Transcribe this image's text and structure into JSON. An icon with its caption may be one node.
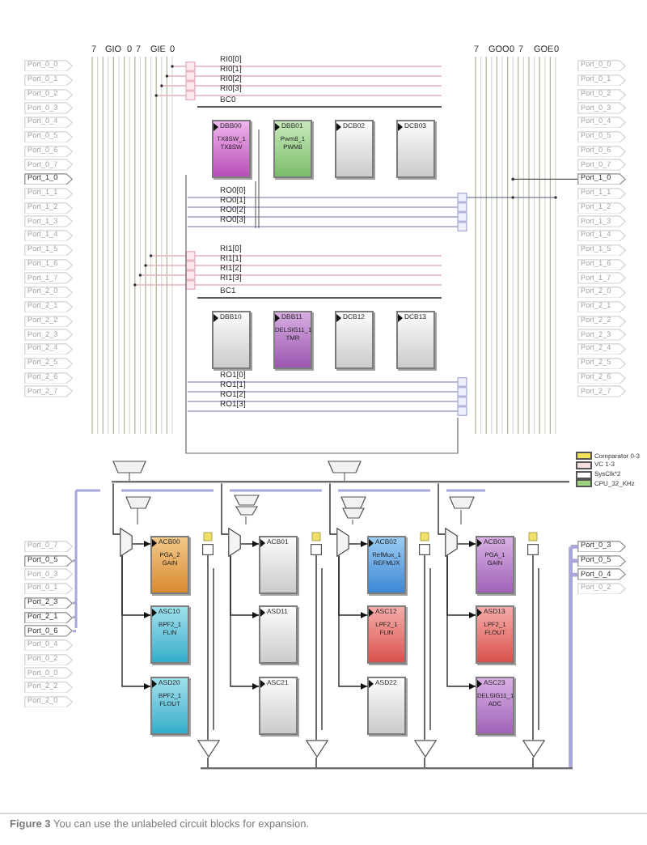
{
  "diagram": {
    "caption": "**Figure 3** You can use the unlabeled circuit blocks for expansion.",
    "nodes": [
      {
        "text": [
          "Port_0_0"
        ]
      },
      {
        "text": [
          "Port_0_1"
        ]
      },
      {
        "text": [
          "Port_0_2"
        ]
      },
      {
        "text": [
          "Port_0_3"
        ]
      },
      {
        "text": [
          "Port_0_4"
        ]
      },
      {
        "text": [
          "Port_0_5"
        ]
      },
      {
        "text": [
          "Port_0_6"
        ]
      },
      {
        "text": [
          "Port_0_7"
        ]
      },
      {
        "text": [
          "Port_1_0"
        ]
      },
      {
        "text": [
          "Port_1_1"
        ]
      },
      {
        "text": [
          "Port_1_2"
        ]
      },
      {
        "text": [
          "Port_1_3"
        ]
      },
      {
        "text": [
          "Port_1_4"
        ]
      },
      {
        "text": [
          "Port_1_5"
        ]
      },
      {
        "text": [
          "Port_1_6"
        ]
      },
      {
        "text": [
          "Port_1_7"
        ]
      },
      {
        "text": [
          "Port_2_0"
        ]
      },
      {
        "text": [
          "Port_2_1"
        ]
      },
      {
        "text": [
          "Port_2_2"
        ]
      },
      {
        "text": [
          "Port_2_3"
        ]
      },
      {
        "text": [
          "Port_2_4"
        ]
      },
      {
        "text": [
          "Port_2_5"
        ]
      },
      {
        "text": [
          "Port_2_6"
        ]
      },
      {
        "text": [
          "Port_2_7"
        ]
      },
      {
        "text": [
          "Port_0_0"
        ]
      },
      {
        "text": [
          "Port_0_1"
        ]
      },
      {
        "text": [
          "Port_0_2"
        ]
      },
      {
        "text": [
          "Port_0_3"
        ]
      },
      {
        "text": [
          "Port_0_4"
        ]
      },
      {
        "text": [
          "Port_0_5"
        ]
      },
      {
        "text": [
          "Port_0_6"
        ]
      },
      {
        "text": [
          "Port_0_7"
        ]
      },
      {
        "text": [
          "Port_1_0"
        ]
      },
      {
        "text": [
          "Port_1_1"
        ]
      },
      {
        "text": [
          "Port_1_2"
        ]
      },
      {
        "text": [
          "Port_1_3"
        ]
      },
      {
        "text": [
          "Port_1_4"
        ]
      },
      {
        "text": [
          "Port_1_5"
        ]
      },
      {
        "text": [
          "Port_1_6"
        ]
      },
      {
        "text": [
          "Port_1_7"
        ]
      },
      {
        "text": [
          "Port_2_0"
        ]
      },
      {
        "text": [
          "Port_2_1"
        ]
      },
      {
        "text": [
          "Port_2_2"
        ]
      },
      {
        "text": [
          "Port_2_3"
        ]
      },
      {
        "text": [
          "Port_2_4"
        ]
      },
      {
        "text": [
          "Port_2_5"
        ]
      },
      {
        "text": [
          "Port_2_6"
        ]
      },
      {
        "text": [
          "Port_2_7"
        ]
      },
      {
        "text": [
          "DBB00",
          "TX8SW_1 TX8SW"
        ]
      },
      {
        "text": [
          "DBB01",
          "Pwm8_1 PWM8"
        ]
      },
      {
        "text": [
          "DCB02"
        ]
      },
      {
        "text": [
          "DCB03"
        ]
      },
      {
        "text": [
          "DBB10"
        ]
      },
      {
        "text": [
          "DBB11",
          "DELSIG11_1 TMR"
        ]
      },
      {
        "text": [
          "DCB12"
        ]
      },
      {
        "text": [
          "DCB13"
        ]
      },
      {
        "text": [
          "ACB00",
          "PGA_2 GAIN"
        ]
      },
      {
        "text": [
          "ACB01"
        ]
      },
      {
        "text": [
          "ACB02",
          "RefMux_1 REFMUX"
        ]
      },
      {
        "text": [
          "ACB03",
          "PGA_1 GAIN"
        ]
      },
      {
        "text": [
          "ASC10",
          "BPF2_1 FLIN"
        ]
      },
      {
        "text": [
          "ASD11"
        ]
      },
      {
        "text": [
          "ASC12",
          "LPF2_1 FLIN"
        ]
      },
      {
        "text": [
          "ASD13",
          "LPF2_1 FLOUT"
        ]
      },
      {
        "text": [
          "ASD20",
          "BPF2_1 FLOUT"
        ]
      },
      {
        "text": [
          "ASC21"
        ]
      },
      {
        "text": [
          "ASD22"
        ]
      },
      {
        "text": [
          "ASC23",
          "DELSIG11_1 ADC"
        ]
      },
      {
        "text": [
          "Port_0_7"
        ]
      },
      {
        "text": [
          "Port_0_5"
        ]
      },
      {
        "text": [
          "Port_0_3"
        ]
      },
      {
        "text": [
          "Port_0_1"
        ]
      },
      {
        "text": [
          "Port_2_3"
        ]
      },
      {
        "text": [
          "Port_2_1"
        ]
      },
      {
        "text": [
          "Port_0_6"
        ]
      },
      {
        "text": [
          "Port_0_4"
        ]
      },
      {
        "text": [
          "Port_0_2"
        ]
      },
      {
        "text": [
          "Port_0_0"
        ]
      },
      {
        "text": [
          "Port_2_2"
        ]
      },
      {
        "text": [
          "Port_2_0"
        ]
      },
      {
        "text": [
          "Port_0_3"
        ]
      },
      {
        "text": [
          "Port_0_5"
        ]
      },
      {
        "text": [
          "Port_0_4"
        ]
      },
      {
        "text": [
          "Port_0_2"
        ]
      },
      {
        "text": [],
        "shape": "trapezoid"
      },
      {
        "text": [],
        "shape": "trapezoid"
      },
      {
        "text": [],
        "shape": "trapezoid"
      },
      {
        "text": [],
        "shape": "trapezoid"
      },
      {
        "text": [],
        "shape": "box"
      },
      {
        "text": [],
        "shape": "box"
      },
      {
        "text": [],
        "shape": "box"
      },
      {
        "text": [],
        "shape": "box"
      },
      {
        "text": [],
        "shape": "triangle"
      },
      {
        "text": [],
        "shape": "triangle"
      },
      {
        "text": [],
        "shape": "triangle"
      },
      {
        "text": [],
        "shape": "triangle"
      },
      {
        "text": [],
        "shape": "bar"
      },
      {
        "text": [],
        "shape": "bar"
      }
    ],
    "edges": [
      {
        "from": 84,
        "to": 56,
        "arrow": "to"
      },
      {
        "from": 84,
        "to": 60,
        "arrow": "to"
      },
      {
        "from": 84,
        "to": 64,
        "arrow": "to"
      },
      {
        "from": 88,
        "to": 92,
        "arrow": "none"
      },
      {
        "from": 85,
        "to": 57,
        "arrow": "to"
      },
      {
        "from": 85,
        "to": 61,
        "arrow": "to"
      },
      {
        "from": 85,
        "to": 65,
        "arrow": "to"
      },
      {
        "from": 89,
        "to": 93,
        "arrow": "none"
      },
      {
        "from": 86,
        "to": 58,
        "arrow": "to"
      },
      {
        "from": 86,
        "to": 62,
        "arrow": "to"
      },
      {
        "from": 86,
        "to": 66,
        "arrow": "to"
      },
      {
        "from": 90,
        "to": 94,
        "arrow": "none"
      },
      {
        "from": 87,
        "to": 59,
        "arrow": "to"
      },
      {
        "from": 87,
        "to": 63,
        "arrow": "to"
      },
      {
        "from": 87,
        "to": 67,
        "arrow": "to"
      },
      {
        "from": 91,
        "to": 95,
        "arrow": "none"
      },
      {
        "from": 96,
        "to": 84,
        "arrow": "none"
      },
      {
        "from": 96,
        "to": 85,
        "arrow": "none"
      },
      {
        "from": 96,
        "to": 86,
        "arrow": "none"
      },
      {
        "from": 96,
        "to": 87,
        "arrow": "none"
      },
      {
        "from": 92,
        "to": 97,
        "arrow": "none"
      },
      {
        "from": 93,
        "to": 97,
        "arrow": "none"
      },
      {
        "from": 94,
        "to": 97,
        "arrow": "none"
      },
      {
        "from": 95,
        "to": 97,
        "arrow": "none"
      },
      {
        "from": 97,
        "to": 80,
        "arrow": "none",
        "style": "thick",
        "color": "#a7a7d9"
      },
      {
        "from": 97,
        "to": 81,
        "arrow": "none",
        "style": "thick",
        "color": "#a7a7d9"
      },
      {
        "from": 97,
        "to": 82,
        "arrow": "none",
        "style": "thick",
        "color": "#a7a7d9"
      }
    ],
    "labels": [
      "7",
      "GIO",
      "0",
      "7",
      "GIE",
      "0",
      "7",
      "GOO",
      "0",
      "7",
      "GOE",
      "0",
      "RI0[0]",
      "RI0[1]",
      "RI0[2]",
      "RI0[3]",
      "BC0",
      "RO0[0]",
      "RO0[1]",
      "RO0[2]",
      "RO0[3]",
      "RI1[0]",
      "RI1[1]",
      "RI1[2]",
      "RI1[3]",
      "BC1",
      "RO1[0]",
      "RO1[1]",
      "RO1[2]",
      "RO1[3]"
    ],
    "legend": [
      {
        "text": "Comparator 0-3",
        "color": "#f2e35a"
      },
      {
        "text": "VC 1-3",
        "color": "#f6dede"
      },
      {
        "text": "SysClk*2",
        "color": "#ffffff"
      },
      {
        "text": "CPU_32_KHz",
        "color": "#9fd27f"
      }
    ]
  }
}
